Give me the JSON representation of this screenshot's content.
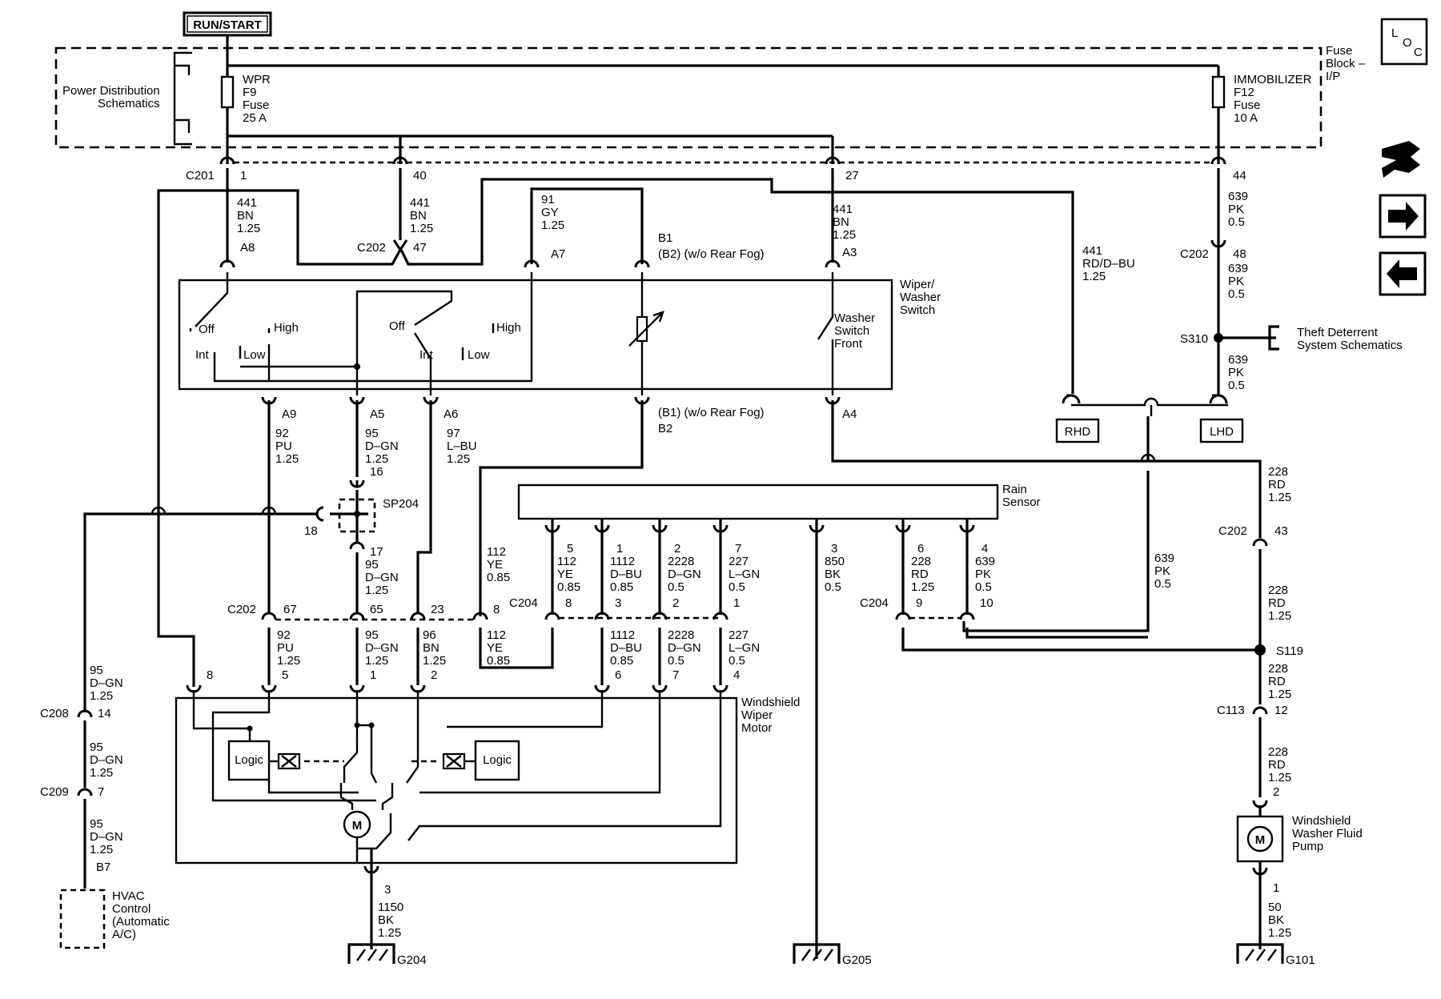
{
  "power": {
    "run_start": "RUN/START",
    "pds_line1": "Power Distribution",
    "pds_line2": "Schematics",
    "fuse_block_l1": "Fuse",
    "fuse_block_l2": "Block –",
    "fuse_block_l3": "I/P",
    "wpr_fuse": [
      "WPR",
      "F9",
      "Fuse",
      "25 A"
    ],
    "immo_fuse": [
      "IMMOBILIZER",
      "F12",
      "Fuse",
      "10 A"
    ]
  },
  "nav": {
    "loc_l": "L",
    "loc_o": "O",
    "loc_c": "C"
  },
  "connectors": {
    "c201": "C201",
    "c202": "C202",
    "c204": "C204",
    "c208": "C208",
    "c209": "C209",
    "c113": "C113",
    "s310": "S310",
    "s119": "S119",
    "sp204": "SP204"
  },
  "pins": {
    "p1": "1",
    "p40": "40",
    "p27": "27",
    "p44": "44",
    "p47": "47",
    "p48": "48",
    "a8": "A8",
    "a7": "A7",
    "a3": "A3",
    "b1top": "B1",
    "b2note": "(B2) (w/o Rear Fog)",
    "a9": "A9",
    "a5": "A5",
    "a6": "A6",
    "b1note": "(B1) (w/o Rear Fog)",
    "b2": "B2",
    "a4": "A4",
    "p16": "16",
    "p18": "18",
    "p17": "17",
    "p67": "67",
    "p65": "65",
    "p23": "23",
    "p8c": "8",
    "p14": "14",
    "p7": "7",
    "b7": "B7",
    "p8m": "8",
    "p5m": "5",
    "p1m": "1",
    "p2m": "2",
    "p6m": "6",
    "p7m": "7",
    "p4m": "4",
    "p3g": "3",
    "p43": "43",
    "p12": "12",
    "p2p": "2",
    "p1p": "1",
    "rs5": "5",
    "rs1": "1",
    "rs2": "2",
    "rs7": "7",
    "rs3": "3",
    "rs6": "6",
    "rs4": "4",
    "c204_8": "8",
    "c204_3": "3",
    "c204_2": "2",
    "c204_1": "1",
    "c204_9": "9",
    "c204_10": "10"
  },
  "wires": {
    "w441a": [
      "441",
      "BN",
      "1.25"
    ],
    "w441b": [
      "441",
      "BN",
      "1.25"
    ],
    "w91": [
      "91",
      "GY",
      "1.25"
    ],
    "w441c": [
      "441",
      "BN",
      "1.25"
    ],
    "w639a": [
      "639",
      "PK",
      "0.5"
    ],
    "w639b": [
      "639",
      "PK",
      "0.5"
    ],
    "w639c": [
      "639",
      "PK",
      "0.5"
    ],
    "w441rd": [
      "441",
      "RD/D–BU",
      "1.25"
    ],
    "w92a": [
      "92",
      "PU",
      "1.25"
    ],
    "w95a": [
      "95",
      "D–GN",
      "1.25"
    ],
    "w97": [
      "97",
      "L–BU",
      "1.25"
    ],
    "w95b": [
      "95",
      "D–GN",
      "1.25"
    ],
    "w112a": [
      "112",
      "YE",
      "0.85"
    ],
    "w92b": [
      "92",
      "PU",
      "1.25"
    ],
    "w95c": [
      "95",
      "D–GN",
      "1.25"
    ],
    "w96": [
      "96",
      "BN",
      "1.25"
    ],
    "w112b": [
      "112",
      "YE",
      "0.85"
    ],
    "w95d": [
      "95",
      "D–GN",
      "1.25"
    ],
    "w95e": [
      "95",
      "D–GN",
      "1.25"
    ],
    "w95f": [
      "95",
      "D–GN",
      "1.25"
    ],
    "rs_w5": [
      "112",
      "YE",
      "0.85"
    ],
    "rs_w1": [
      "1112",
      "D–BU",
      "0.85"
    ],
    "rs_w2": [
      "2228",
      "D–GN",
      "0.5"
    ],
    "rs_w7": [
      "227",
      "L–GN",
      "0.5"
    ],
    "rs_w3": [
      "850",
      "BK",
      "0.5"
    ],
    "rs_w6": [
      "228",
      "RD",
      "1.25"
    ],
    "rs_w4": [
      "639",
      "PK",
      "0.5"
    ],
    "m_w1112": [
      "1112",
      "D–BU",
      "0.85"
    ],
    "m_w2228": [
      "2228",
      "D–GN",
      "0.5"
    ],
    "m_w227": [
      "227",
      "L–GN",
      "0.5"
    ],
    "w639d": [
      "639",
      "PK",
      "0.5"
    ],
    "w228a": [
      "228",
      "RD",
      "1.25"
    ],
    "w228b": [
      "228",
      "RD",
      "1.25"
    ],
    "w228c": [
      "228",
      "RD",
      "1.25"
    ],
    "w228d": [
      "228",
      "RD",
      "1.25"
    ],
    "w1150": [
      "1150",
      "BK",
      "1.25"
    ],
    "w50": [
      "50",
      "BK",
      "1.25"
    ]
  },
  "components": {
    "wiper_switch": [
      "Wiper/",
      "Washer",
      "Switch"
    ],
    "sw_off1": "Off",
    "sw_high1": "High",
    "sw_int1": "Int",
    "sw_low1": "Low",
    "sw_off2": "Off",
    "sw_high2": "High",
    "sw_int2": "Int",
    "sw_low2": "Low",
    "washer_switch": [
      "Washer",
      "Switch",
      "Front"
    ],
    "theft": [
      "Theft Deterrent",
      "System Schematics"
    ],
    "rhd": "RHD",
    "lhd": "LHD",
    "rain_sensor": [
      "Rain",
      "Sensor"
    ],
    "wiper_motor": [
      "Windshield",
      "Wiper",
      "Motor"
    ],
    "logic1": "Logic",
    "logic2": "Logic",
    "motor": "M",
    "pump_motor": "M",
    "washer_pump": [
      "Windshield",
      "Washer Fluid",
      "Pump"
    ],
    "hvac": [
      "HVAC",
      "Control",
      "(Automatic",
      "A/C)"
    ],
    "g204": "G204",
    "g205": "G205",
    "g101": "G101"
  }
}
